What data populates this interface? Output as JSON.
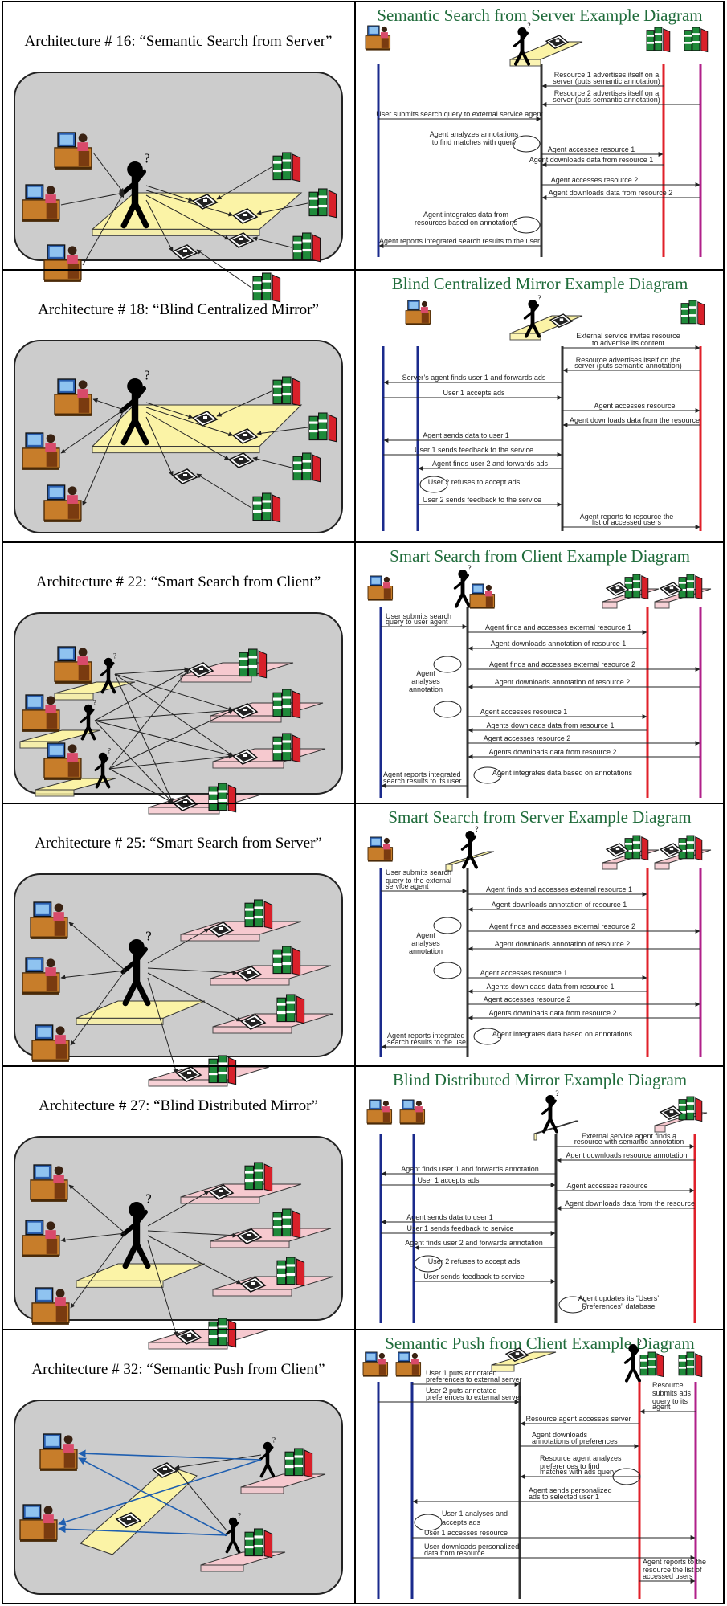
{
  "rows": [
    {
      "arch_title": "Architecture # 16: “Semantic Search from Server”",
      "seq_title": "Semantic Search from Server Example Diagram",
      "messages": [
        "Resource 1 advertises itself on a",
        "server (puts semantic annotation)",
        "Resource 2 advertises itself on a",
        "server (puts semantic annotation)",
        "User submits search query to external service agent",
        "Agent analyzes annotations",
        "to find matches with query",
        "Agent accesses resource 1",
        "Agent downloads data from resource 1",
        "Agent accesses resource 2",
        "Agent downloads data from resource 2",
        "Agent integrates data from",
        "resources based on annotations",
        "Agent reports integrated search results to the user"
      ]
    },
    {
      "arch_title": "Architecture # 18: “Blind Centralized Mirror”",
      "seq_title": "Blind Centralized Mirror Example Diagram",
      "messages": [
        "External service invites resource",
        "to advertise its content",
        "Resource advertises itself on the",
        "server (puts semantic annotation)",
        "Server’s agent finds user 1 and forwards ads",
        "User 1 accepts ads",
        "Agent accesses resource",
        "Agent downloads data from the resource",
        "Agent sends data to user 1",
        "User 1 sends feedback to the service",
        "Agent finds user 2 and forwards ads",
        "User 2 refuses to accept ads",
        "User 2 sends feedback to the service",
        "Agent reports to resource the",
        "list of accessed users"
      ]
    },
    {
      "arch_title": "Architecture # 22: “Smart Search from Client”",
      "seq_title": "Smart Search from Client Example Diagram",
      "messages": [
        "User submits search",
        "query to user agent",
        "Agent finds and accesses external resource 1",
        "Agent downloads annotation of resource 1",
        "Agent finds and accesses external resource 2",
        "Agent",
        "analyses",
        "annotation",
        "Agent downloads annotation of resource 2",
        "Agent accesses resource 1",
        "Agents downloads data from resource 1",
        "Agent accesses resource 2",
        "Agents downloads data from resource 2",
        "Agent integrates data based on annotations",
        "Agent reports integrated",
        "search results to its user"
      ]
    },
    {
      "arch_title": "Architecture # 25: “Smart Search from Server”",
      "seq_title": "Smart Search from Server Example Diagram",
      "messages": [
        "User submits search",
        "query to the external",
        "service agent",
        "Agent finds and accesses external resource 1",
        "Agent downloads annotation of resource 1",
        "Agent finds and accesses external resource 2",
        "Agent",
        "analyses",
        "annotation",
        "Agent downloads annotation of resource 2",
        "Agent accesses resource 1",
        "Agents downloads data from resource 1",
        "Agent accesses resource 2",
        "Agents downloads data from resource 2",
        "Agent integrates data based on annotations",
        "Agent reports integrated",
        "search results to the user"
      ]
    },
    {
      "arch_title": "Architecture # 27: “Blind Distributed Mirror”",
      "seq_title": "Blind Distributed Mirror Example Diagram",
      "messages": [
        "External service agent finds a",
        "resource with semantic annotation",
        "Agent downloads resource annotation",
        "Agent finds user 1 and forwards annotation",
        "User 1 accepts ads",
        "Agent accesses resource",
        "Agent downloads data from the resource",
        "Agent sends data to user 1",
        "User 1 sends feedback  to service",
        "Agent finds user 2 and forwards annotation",
        "User 2 refuses to accept ads",
        "User sends feedback  to service",
        "Agent updates its “Users’",
        "Preferences” database"
      ]
    },
    {
      "arch_title": "Architecture # 32: “Semantic Push from Client”",
      "seq_title": "Semantic Push from Client Example Diagram",
      "messages": [
        "User 1 puts annotated",
        "preferences to external server",
        "User 2 puts annotated",
        "preferences to external server",
        "Resource",
        "submits ads",
        "query to its",
        "agent",
        "Resource agent accesses server",
        "Agent downloads",
        "annotations of preferences",
        "Resource agent analyzes",
        "preferences to find",
        "matches with ads query",
        "Agent sends personalized",
        "ads to selected user 1",
        "User 1 analyses and",
        "accepts ads",
        "User 1 accesses resource",
        "User downloads  personalized",
        "data from resource",
        "Agent reports to the",
        "resource the list of",
        "accessed users"
      ]
    }
  ],
  "colors": {
    "user_line": "#1a2a8c",
    "agent_line": "#333333",
    "resource1_line": "#e0202a",
    "resource2_line": "#b0208a",
    "title_green": "#1f6b3a",
    "frame_gray": "#cccccc",
    "yellow_plate": "#fbf3a6",
    "pink_plate": "#f6c9cf"
  }
}
